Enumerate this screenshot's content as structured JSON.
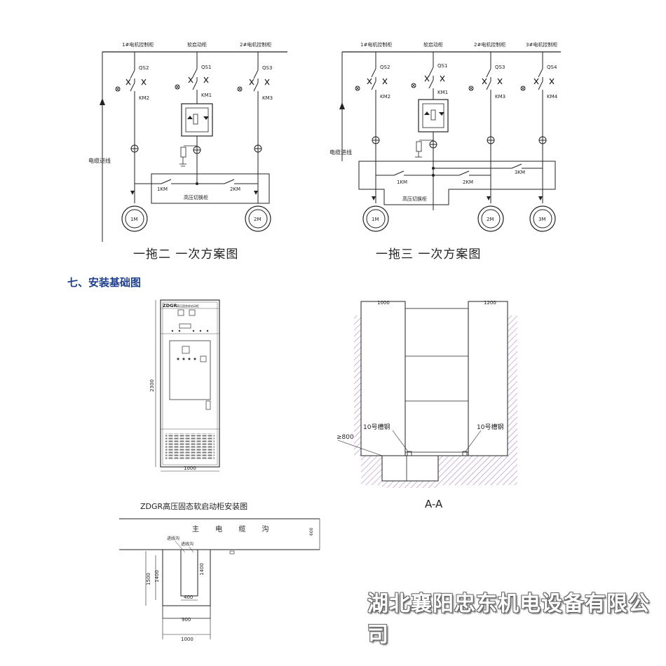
{
  "diagram1": {
    "cab1": "1#电机控制柜",
    "cab_soft": "软启动柜",
    "cab2": "2#电机控制柜",
    "qs2": "QS2",
    "qs1": "QS1",
    "qs3": "QS3",
    "km2": "KM2",
    "km1": "KM1",
    "km3": "KM3",
    "cable_in": "电缆进线",
    "k1": "1KM",
    "k2": "2KM",
    "hv_cab": "高压切换柜",
    "m1": "1M",
    "m2": "2M",
    "caption": "一拖二 一次方案图"
  },
  "diagram2": {
    "cab1": "1#电机控制柜",
    "cab_soft": "软启动柜",
    "cab2": "2#电机控制柜",
    "cab3": "3#电机控制柜",
    "qs2": "QS2",
    "qs1": "QS1",
    "qs3": "QS3",
    "qs4": "QS4",
    "km2": "KM2",
    "km1": "KM1",
    "km3": "KM3",
    "km4": "KM4",
    "cable_in": "电缆进线",
    "k1": "1KM",
    "k2": "2KM",
    "k3": "3KM",
    "hv_cab": "高压切换柜",
    "m1": "1M",
    "m2": "2M",
    "m3": "3M",
    "caption": "一拖三 一次方案图"
  },
  "section_title": "七、安装基础图",
  "cabinet": {
    "brand": "ZDGR",
    "brand_sub": "高压固态软启动柜",
    "height_dim": "2300",
    "width_dim": "1000"
  },
  "section_aa": {
    "dim_left": "1000",
    "dim_right": "1200",
    "channel_left": "10号槽钢",
    "channel_right": "10号槽钢",
    "depth": "≥800",
    "caption": "A-A"
  },
  "install": {
    "title": "ZDGR高压固态软启动柜安装图",
    "trench": "主 电 缆 沟",
    "trench_depth": "600",
    "inlet1": "进线沟",
    "inlet2": "进线沟",
    "d1500": "1500",
    "d1400a": "1400",
    "d1400b": "1400",
    "d400": "400",
    "d900": "900",
    "d1000": "1000"
  },
  "watermark": "湖北襄阳忠东机电设备有限公司"
}
